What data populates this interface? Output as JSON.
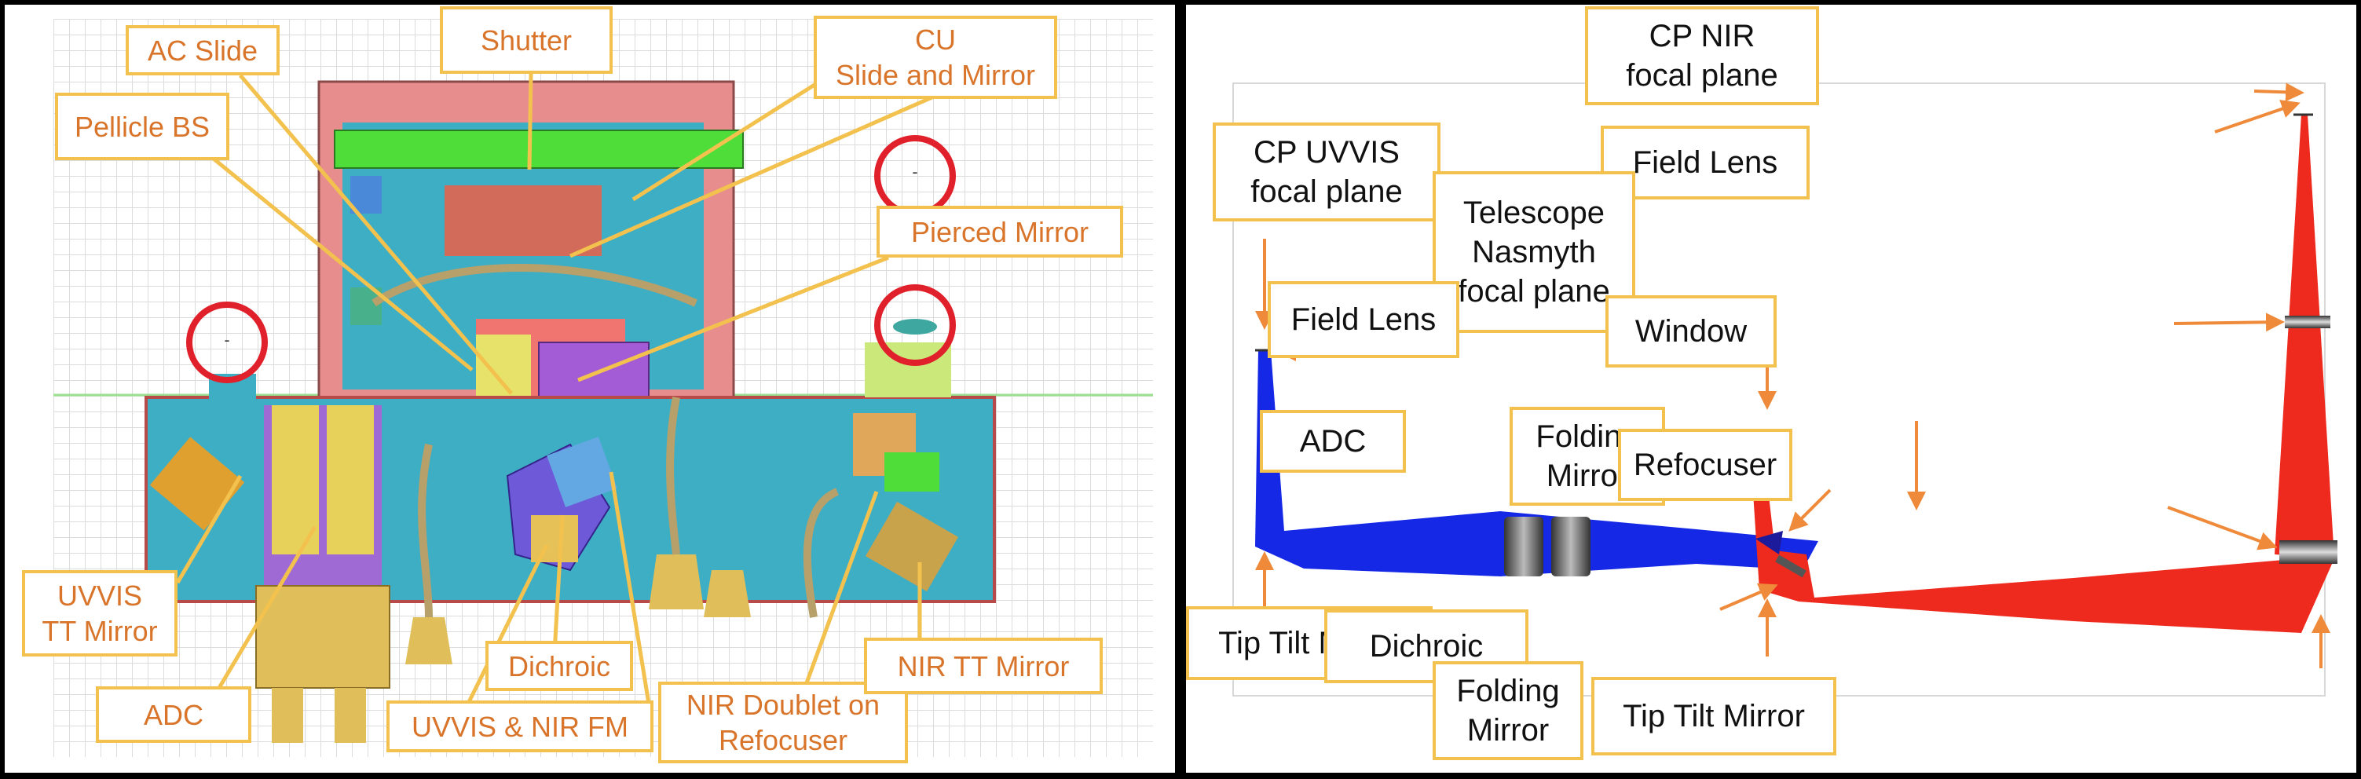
{
  "left_panel": {
    "labels": {
      "ac_slide": "AC  Slide",
      "shutter": "Shutter",
      "cu": [
        "CU",
        "Slide and Mirror"
      ],
      "pellicle_bs": "Pellicle BS",
      "pierced_mirror": "Pierced Mirror",
      "uvvis_tt_mirror": [
        "UVVIS",
        "TT Mirror"
      ],
      "adc": "ADC",
      "dichroic": "Dichroic",
      "uvvis_nir_fm": "UVVIS & NIR FM",
      "nir_doublet": [
        "NIR Doublet on",
        "Refocuser"
      ],
      "nir_tt_mirror": "NIR TT Mirror"
    }
  },
  "right_panel": {
    "labels": {
      "cp_nir": [
        "CP NIR",
        "focal plane"
      ],
      "field_lens_nir": "Field Lens",
      "cp_uvvis": [
        "CP UVVIS",
        "focal plane"
      ],
      "telescope": [
        "Telescope",
        "Nasmyth",
        "focal plane"
      ],
      "field_lens_uvvis": "Field Lens",
      "window": "Window",
      "adc": "ADC",
      "folding_mirror_top": [
        "Folding",
        "Mirror"
      ],
      "refocuser": "Refocuser",
      "tip_tilt_left": "Tip Tilt Mirror",
      "dichroic": "Dichroic",
      "folding_mirror_bottom": [
        "Folding",
        "Mirror"
      ],
      "tip_tilt_right": "Tip Tilt Mirror"
    },
    "beam_colors": {
      "uvvis": "#1428e6",
      "nir": "#ee2a1e"
    }
  },
  "colors": {
    "label_border": "#f2c14e",
    "left_text": "#d9752b",
    "arrow": "#ef8a3a",
    "highlight_circle": "#e0202a"
  }
}
